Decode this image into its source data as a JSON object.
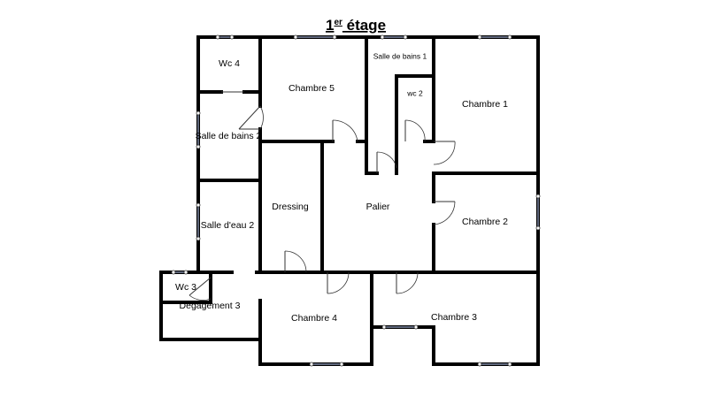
{
  "title": {
    "main": "1",
    "sup": "er",
    "rest": " étage"
  },
  "rooms": {
    "wc4": "Wc 4",
    "chambre5": "Chambre 5",
    "salle_de_bains_1": "Salle de bains 1",
    "wc2": "wc 2",
    "chambre1": "Chambre 1",
    "salle_de_bains_2": "Salle de bains 2",
    "dressing": "Dressing",
    "palier": "Palier",
    "chambre2": "Chambre 2",
    "salle_deau_2": "Salle d'eau 2",
    "wc3": "Wc 3",
    "degagement3": "Dégagement 3",
    "chambre4": "Chambre 4",
    "chambre3": "Chambre 3"
  },
  "colors": {
    "walls": "#000000",
    "windows": "#9aa6c8",
    "background": "#ffffff"
  }
}
